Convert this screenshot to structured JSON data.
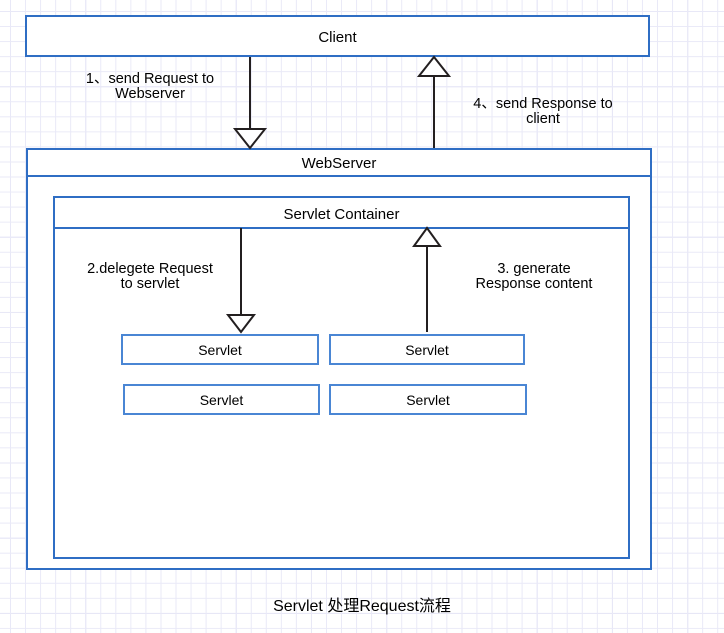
{
  "diagram": {
    "caption": "Servlet 处理Request流程",
    "accent_color": "#2F6EC4",
    "secondary_border_color": "#4A86D4",
    "grid_color": "#e9e9f7",
    "background_color": "#ffffff",
    "line_color": "#231f20"
  },
  "nodes": {
    "client": {
      "label": "Client"
    },
    "webserver": {
      "label": "WebServer"
    },
    "servlet_container": {
      "label": "Servlet Container"
    },
    "servlets": [
      {
        "label": "Servlet"
      },
      {
        "label": "Servlet"
      },
      {
        "label": "Servlet"
      },
      {
        "label": "Servlet"
      }
    ]
  },
  "edges": [
    {
      "id": "edge-1",
      "label": "1、send Request to\nWebserver",
      "from": "client",
      "to": "webserver",
      "direction": "down",
      "arrowhead": "hollow-triangle"
    },
    {
      "id": "edge-2",
      "label": "2.delegete Request\nto servlet",
      "from": "servlet_container",
      "to": "servlet-1",
      "direction": "down",
      "arrowhead": "hollow-triangle"
    },
    {
      "id": "edge-3",
      "label": "3. generate\nResponse content",
      "from": "servlet-2",
      "to": "servlet_container",
      "direction": "up",
      "arrowhead": "hollow-triangle"
    },
    {
      "id": "edge-4",
      "label": "4、send Response to\nclient",
      "from": "webserver",
      "to": "client",
      "direction": "up",
      "arrowhead": "hollow-triangle"
    }
  ]
}
